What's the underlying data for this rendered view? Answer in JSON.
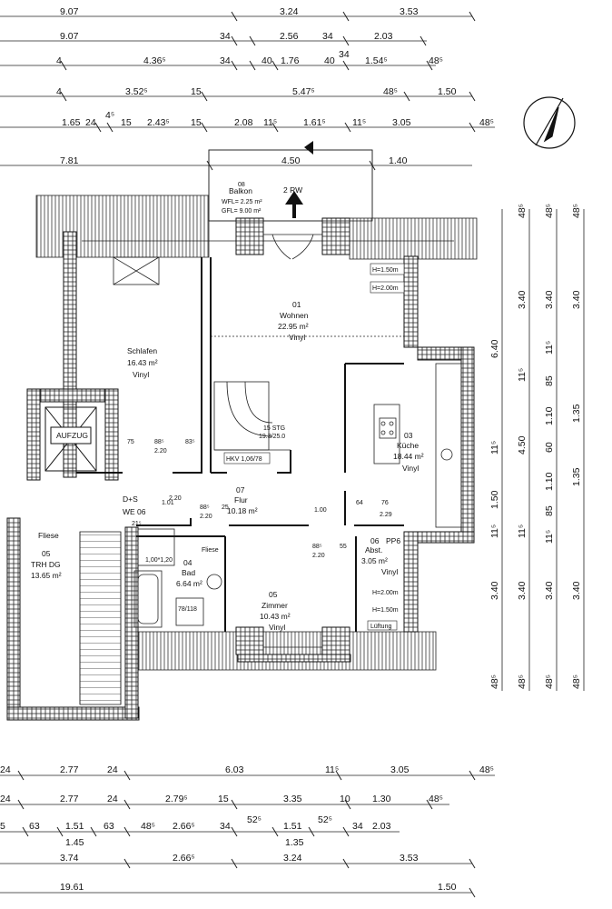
{
  "top_dims": {
    "row1": [
      "9.07",
      "3.24",
      "3.53"
    ],
    "row2": [
      "9.07",
      "34",
      "2.56",
      "34",
      "2.03"
    ],
    "row3": [
      "4",
      "4.36⁵",
      "34",
      "40",
      "1.76",
      "40",
      "34",
      "1.54⁵",
      "48⁵"
    ],
    "row4": [
      "4",
      "3.52⁵",
      "15",
      "5.47⁵",
      "48⁵",
      "1.50"
    ],
    "row5": [
      "1.65",
      "24",
      "4⁵",
      "15",
      "2.43⁵",
      "15",
      "2.08",
      "11⁵",
      "1.61⁵",
      "11⁵",
      "3.05",
      "48⁵"
    ],
    "row6": [
      "7.81",
      "4.50",
      "1.40"
    ]
  },
  "bottom_dims": {
    "row1": [
      "24",
      "2.77",
      "24",
      "6.03",
      "11⁵",
      "3.05",
      "48⁵"
    ],
    "row2": [
      "24",
      "2.77",
      "24",
      "2.79⁵",
      "15",
      "3.35",
      "10",
      "1.30",
      "48⁵"
    ],
    "row3": [
      "5",
      "63",
      "1.51",
      "63",
      "48⁵",
      "2.66⁵",
      "34",
      "52⁵",
      "1.51",
      "52⁵",
      "34",
      "2.03"
    ],
    "row3b": [
      "1.45",
      "1.35"
    ],
    "row4": [
      "3.74",
      "2.66⁵",
      "3.24",
      "3.53"
    ],
    "row5": [
      "19.61",
      "1.50"
    ]
  },
  "right_dims": {
    "col1": [
      "6.40",
      "1.50",
      "3.40",
      "11⁵",
      "11⁵",
      "48⁵"
    ],
    "col2": [
      "48⁵",
      "3.40",
      "11⁵",
      "4.50",
      "11⁵",
      "3.40",
      "48⁵"
    ],
    "col3": [
      "48⁵",
      "3.40",
      "11⁵",
      "85",
      "1.10",
      "60",
      "1.10",
      "85",
      "11⁵",
      "3.40",
      "48⁵"
    ],
    "col4": [
      "48⁵",
      "3.40",
      "1.35",
      "1.35",
      "3.40",
      "48⁵"
    ]
  },
  "rooms": {
    "balkon": {
      "num": "08",
      "name": "Balkon",
      "wfl": "WFL= 2.25 m²",
      "gfl": "GFL= 9.00 m²"
    },
    "wohnen": {
      "num": "01",
      "name": "Wohnen",
      "area": "22.95 m²",
      "floor": "Vinyl"
    },
    "schlafen": {
      "name": "Schlafen",
      "area": "16.43 m²",
      "floor": "Vinyl"
    },
    "kueche": {
      "num": "03",
      "name": "Küche",
      "area": "18.44 m²",
      "floor": "Vinyl"
    },
    "flur": {
      "num": "07",
      "name": "Flur",
      "area": "10.18 m²"
    },
    "trh": {
      "label": "Fliese",
      "num": "05",
      "name": "TRH DG",
      "area": "13.65 m²"
    },
    "bad": {
      "num": "04",
      "name": "Bad",
      "area": "6.64 m²",
      "label": "Fliese"
    },
    "zimmer": {
      "num": "05",
      "name": "Zimmer",
      "area": "10.43 m²",
      "floor": "Vinyl"
    },
    "abst": {
      "num": "06",
      "name": "Abst.",
      "area": "3.05 m²",
      "floor": "Vinyl"
    }
  },
  "labels": {
    "aufzug": "AUFZUG",
    "unit": "D+S",
    "unit2": "WE 06",
    "two_rw": "2 RW",
    "h150": "H=1.50m",
    "h200": "H=2.00m",
    "h200b": "H=2.00m",
    "h150b": "H=1.50m",
    "lueftung": "Lüftung",
    "stair": "15 STG",
    "stair2": "19.3/25.0",
    "hkv": "HKV 1,06/78",
    "pp6": "PP6",
    "door_88a": "88⁵",
    "door_220a": "2.20",
    "door_75": "75",
    "door_83": "83⁵",
    "door_88b": "88⁵",
    "door_220b": "2.20",
    "door_25": "25",
    "door_88c": "88⁵",
    "door_220c": "2.20",
    "door_55": "55",
    "door_64": "64",
    "door_76": "76",
    "door_229": "2.29",
    "door_101": "1.01",
    "door_220d": "2.20",
    "door_21": "21⁵",
    "door_100": "1.00",
    "shower": "1,00*1,20",
    "bathwin": "78/118"
  }
}
